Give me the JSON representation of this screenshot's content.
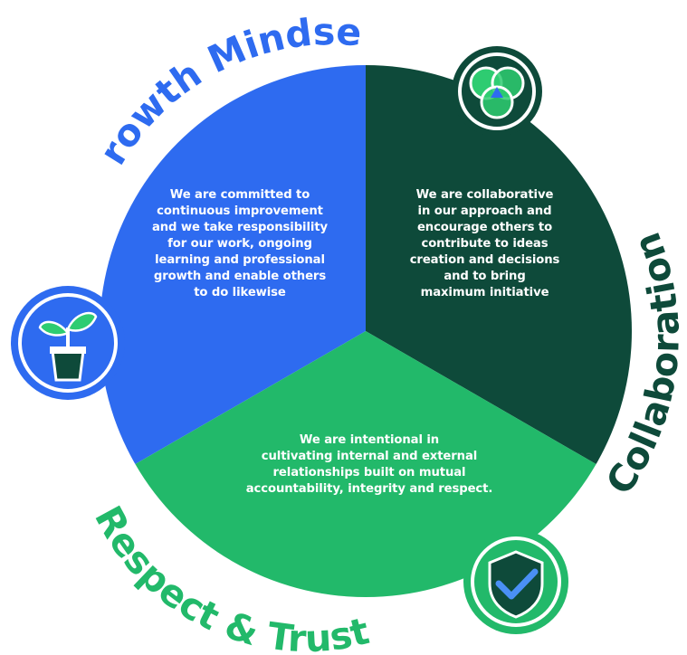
{
  "colors": {
    "growth": "#2E6BF0",
    "collaboration": "#0E4A3A",
    "respect": "#22B96A",
    "icon_ring": "#ffffff",
    "background": "#ffffff"
  },
  "segments": {
    "growth_mindset": {
      "title": "Growth Mindset",
      "lines": [
        "We are committed to",
        "continuous improvement",
        "and we take responsibility",
        "for our work, ongoing",
        "learning and professional",
        "growth and enable others",
        "to do likewise"
      ],
      "icon": "seedling-pot-icon"
    },
    "collaboration": {
      "title": "Collaboration",
      "lines": [
        "We are collaborative",
        "in our approach and",
        "encourage others to",
        "contribute to ideas",
        "creation and decisions",
        "and to bring",
        "maximum initiative"
      ],
      "icon": "overlapping-circles-icon"
    },
    "respect_trust": {
      "title": "Respect & Trust",
      "lines": [
        "We are intentional in",
        "cultivating internal and external",
        "relationships built on mutual",
        "accountability, integrity and respect."
      ],
      "icon": "shield-check-icon"
    }
  }
}
